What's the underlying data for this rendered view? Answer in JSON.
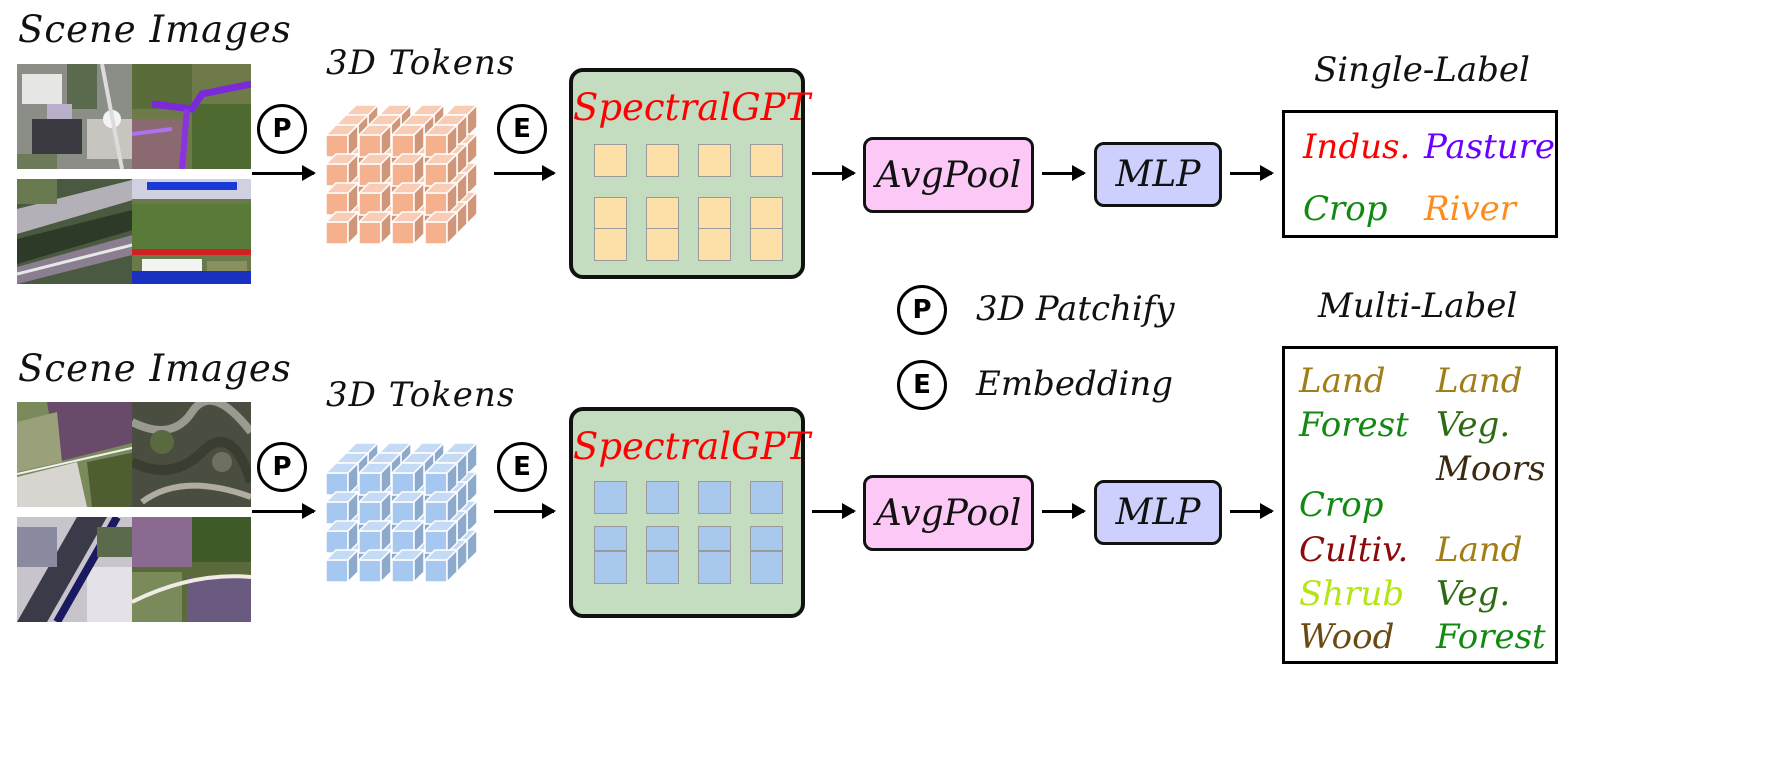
{
  "legend": {
    "patchify_symbol": "P",
    "patchify_label": "3D Patchify",
    "embedding_symbol": "E",
    "embedding_label": "Embedding"
  },
  "rows": {
    "single": {
      "scene_title": "Scene Images",
      "tokens_title": "3D Tokens",
      "patchify_symbol": "P",
      "embedding_symbol": "E",
      "model_title": "SpectralGPT",
      "pool_label": "AvgPool",
      "mlp_label": "MLP",
      "output_title": "Single-Label",
      "token_color": "#f5b08e",
      "cell_color": "#fde0a8",
      "classes": [
        {
          "text": "Indus.",
          "color": "#ff0000"
        },
        {
          "text": "Pasture",
          "color": "#6a00ff"
        },
        {
          "text": "Crop",
          "color": "#128a12"
        },
        {
          "text": "River",
          "color": "#ff8c1a"
        }
      ]
    },
    "multi": {
      "scene_title": "Scene Images",
      "tokens_title": "3D Tokens",
      "patchify_symbol": "P",
      "embedding_symbol": "E",
      "model_title": "SpectralGPT",
      "pool_label": "AvgPool",
      "mlp_label": "MLP",
      "output_title": "Multi-Label",
      "token_color": "#a6c8f0",
      "cell_color": "#a9c8ee",
      "classes": [
        {
          "text": "Land",
          "color": "#a07d16"
        },
        {
          "text": "Land",
          "color": "#a07d16"
        },
        {
          "text": "Forest",
          "color": "#128a12"
        },
        {
          "text": "Veg.",
          "color": "#2e6a12"
        },
        {
          "text": "Moors",
          "color": "#3a2a10"
        },
        {
          "text": "Crop",
          "color": "#128a12"
        },
        {
          "text": "Cultiv.",
          "color": "#8b0a0a"
        },
        {
          "text": "Land",
          "color": "#a07d16"
        },
        {
          "text": "Shrub",
          "color": "#b4e616"
        },
        {
          "text": "Veg.",
          "color": "#2e6a12"
        },
        {
          "text": "Wood",
          "color": "#6a4a10"
        },
        {
          "text": "Forest",
          "color": "#128a12"
        }
      ]
    }
  }
}
